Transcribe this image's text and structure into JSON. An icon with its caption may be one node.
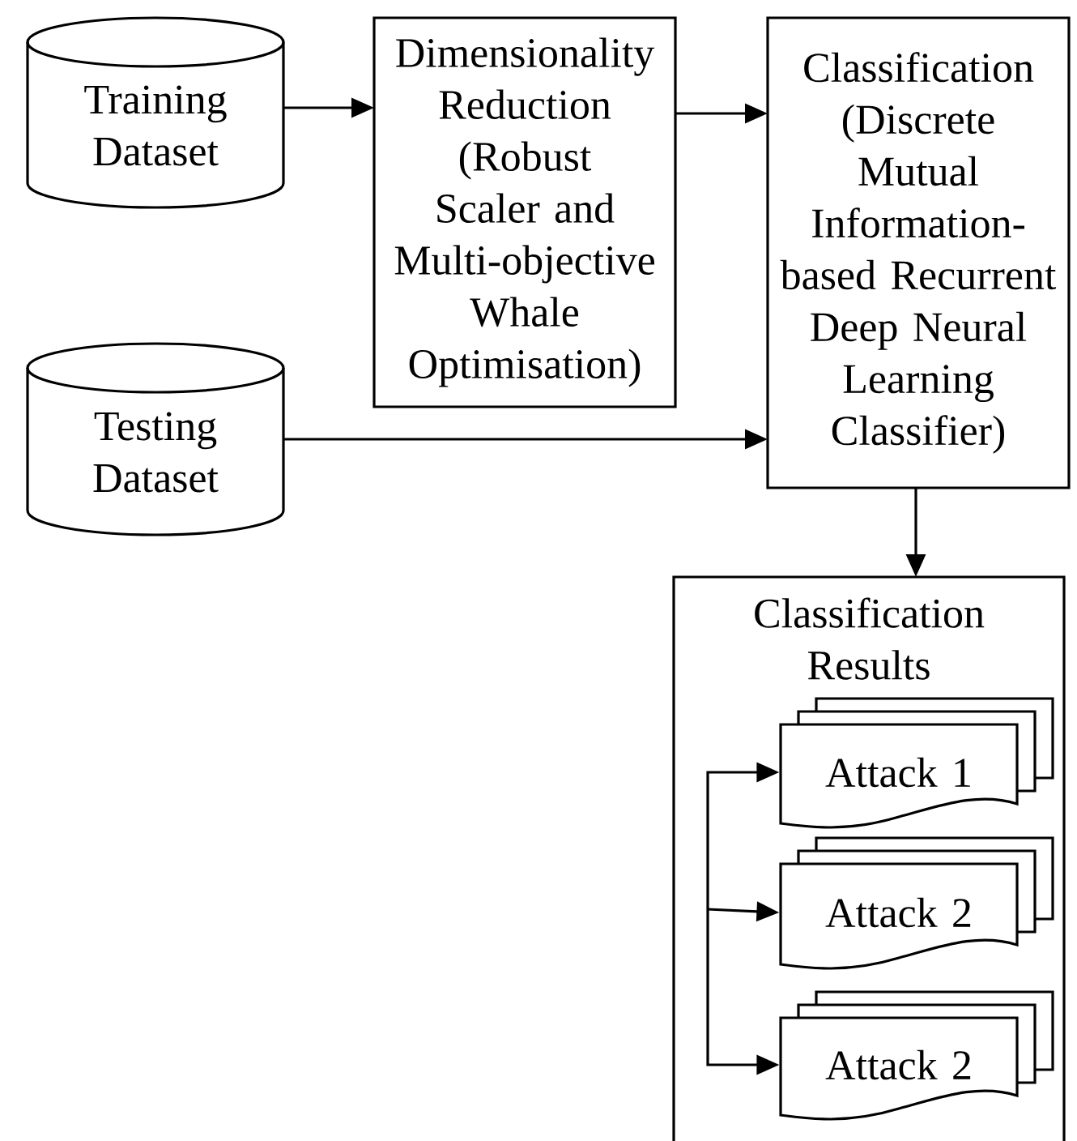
{
  "diagram": {
    "nodes": [
      {
        "text": [
          "Training Dataset"
        ]
      },
      {
        "text": [
          "Dimensionality Reduction (Robust Scaler and Multi-objective Whale Optimisation)"
        ]
      },
      {
        "text": [
          "Classification (Discrete Mutual Information-based Recurrent Deep Neural Learning Classifier)"
        ]
      },
      {
        "text": [
          "Testing Dataset"
        ]
      },
      {
        "text": [
          "Classification Results"
        ]
      },
      {
        "text": [
          "Attack 1"
        ],
        "in": 4
      },
      {
        "text": [
          "Attack 2"
        ],
        "in": 4
      },
      {
        "text": [
          "Attack 2"
        ],
        "in": 4
      }
    ],
    "edges": [
      {
        "from": 0,
        "to": 1,
        "arrow": "to"
      },
      {
        "from": 1,
        "to": 2,
        "arrow": "to"
      },
      {
        "from": 3,
        "to": 2,
        "arrow": "to"
      },
      {
        "from": 2,
        "to": 4,
        "arrow": "to"
      },
      {
        "from": null,
        "to": 5,
        "arrow": "to"
      },
      {
        "from": null,
        "to": 6,
        "arrow": "to"
      },
      {
        "from": null,
        "to": 7,
        "arrow": "to"
      }
    ]
  }
}
